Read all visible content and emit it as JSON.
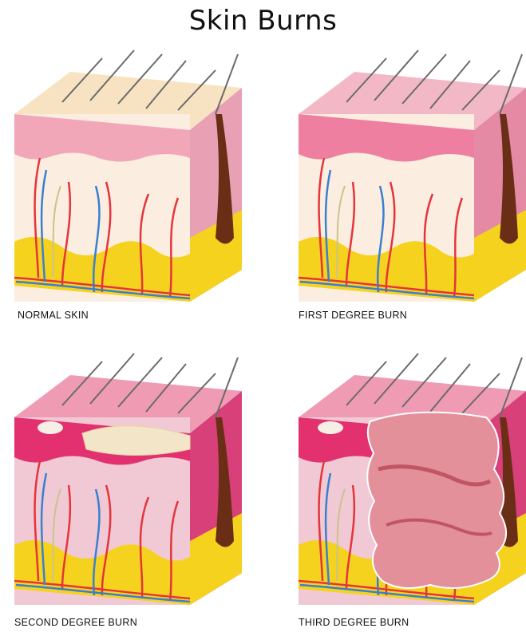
{
  "title": "Skin Burns",
  "panels": [
    {
      "label": "NORMAL SKIN",
      "surface": "#f7e3c2",
      "epidermis": "#f2a7b9",
      "dermis": "#fbeee0",
      "fat": "#f5d21e",
      "side": "#e8a0b5",
      "wound": "none"
    },
    {
      "label": "FIRST DEGREE BURN",
      "surface": "#f3b8c6",
      "epidermis": "#ee7fa0",
      "dermis": "#fbeee0",
      "fat": "#f5d21e",
      "side": "#e48aa5",
      "wound": "none"
    },
    {
      "label": "SECOND DEGREE BURN",
      "surface": "#ef9bb4",
      "epidermis": "#e3306f",
      "dermis": "#f0c9d4",
      "fat": "#f5d21e",
      "side": "#d8407a",
      "wound": "blister"
    },
    {
      "label": "THIRD DEGREE BURN",
      "surface": "#ef9bb4",
      "epidermis": "#e3306f",
      "dermis": "#f0c9d4",
      "fat": "#f5d21e",
      "side": "#d8407a",
      "wound": "deep"
    }
  ],
  "colors": {
    "artery": "#e5343b",
    "vein": "#3a7fd0",
    "nerve": "#c9c48a",
    "hair": "#6b6b6b",
    "follicle": "#6a2e16"
  }
}
